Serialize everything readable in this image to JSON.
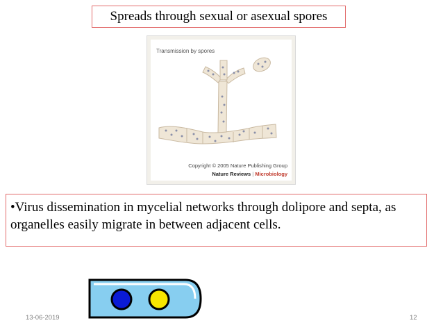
{
  "slide": {
    "title": "Spreads through sexual or asexual spores",
    "body_text": "•Virus dissemination in mycelial networks  through dolipore and septa, as organelles easily migrate in between adjacent cells."
  },
  "figure": {
    "title": "Transmission by spores",
    "copyright": "Copyright © 2005 Nature Publishing Group",
    "source_publication": "Nature Reviews",
    "source_separator": "|",
    "source_journal": "Microbiology"
  },
  "footer": {
    "date": "13-06-2019",
    "page_number": "12"
  },
  "colors": {
    "box_border": "#e26b6b",
    "hypha_fill": "#efe6d6",
    "hypha_stroke": "#c9b9a1",
    "spore_dot": "#8a8fa8",
    "cell_fill": "#87cef0",
    "nucleus_blue": "#0a1bd6",
    "nucleus_yellow": "#f7e600"
  },
  "icons": [
    "hypha-spore-illustration",
    "hyphal-cell-icon",
    "blue-nucleus-icon",
    "yellow-nucleus-icon"
  ]
}
